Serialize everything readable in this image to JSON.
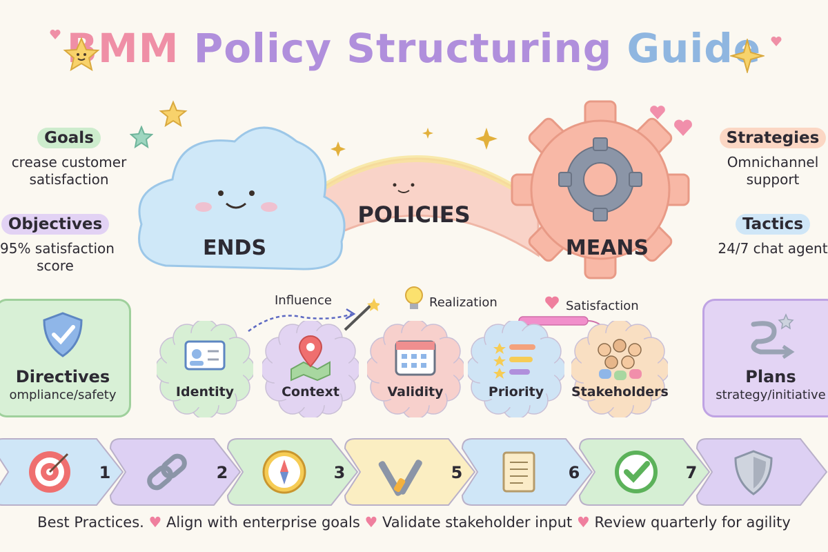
{
  "title": {
    "part1": "BMM",
    "part2": "Policy Structuring",
    "part3": "Guide"
  },
  "center": {
    "ends": "ENDS",
    "policies": "POLICIES",
    "means": "MEANS"
  },
  "left": {
    "goals": {
      "label": "Goals",
      "text_lines": [
        "crease customer",
        "satisfaction"
      ]
    },
    "objectives": {
      "label": "Objectives",
      "text_lines": [
        "95% satisfaction",
        "score"
      ]
    }
  },
  "right": {
    "strategies": {
      "label": "Strategies",
      "text_lines": [
        "Omnichannel",
        "support"
      ]
    },
    "tactics": {
      "label": "Tactics",
      "text_lines": [
        "24/7 chat agent"
      ]
    }
  },
  "cards": {
    "directives": {
      "title": "Directives",
      "subtitle": "ompliance/safety"
    },
    "plans": {
      "title": "Plans",
      "subtitle": "strategy/initiative"
    }
  },
  "connectors": {
    "influence": "Influence",
    "realization": "Realization",
    "satisfaction": "Satisfaction"
  },
  "elements": [
    {
      "label": "Identity",
      "icon": "id-card-icon",
      "color": "#d7efd4"
    },
    {
      "label": "Context",
      "icon": "map-pin-icon",
      "color": "#e2d4f2"
    },
    {
      "label": "Validity",
      "icon": "calendar-icon",
      "color": "#f7d0cc"
    },
    {
      "label": "Priority",
      "icon": "priority-list-icon",
      "color": "#cfe4f5"
    },
    {
      "label": "Stakeholders",
      "icon": "people-group-icon",
      "color": "#f9dfc2"
    }
  ],
  "steps": [
    {
      "num": "1",
      "icon": "target-icon",
      "color": "#cfe6f7"
    },
    {
      "num": "2",
      "icon": "chain-link-icon",
      "color": "#ddd0f3"
    },
    {
      "num": "3",
      "icon": "compass-icon",
      "color": "#d6efd4"
    },
    {
      "num": "5",
      "icon": "tools-icon",
      "color": "#fbeec2"
    },
    {
      "num": "6",
      "icon": "scroll-icon",
      "color": "#cfe6f7"
    },
    {
      "num": "7",
      "icon": "checkmark-icon",
      "color": "#d6efd4"
    },
    {
      "num": "",
      "icon": "shield-icon",
      "color": "#ddd0f3"
    }
  ],
  "footer": {
    "lead": "Best Practices.",
    "items": [
      "Align with enterprise goals",
      "Validate stakeholder input",
      "Review quarterly for agility"
    ],
    "heart": "♥"
  },
  "colors": {
    "pink": "#ef8fa6",
    "lavender": "#b08fdc",
    "sky": "#8fb6e0",
    "green": "#8cc98a",
    "peach": "#f4a27c"
  }
}
